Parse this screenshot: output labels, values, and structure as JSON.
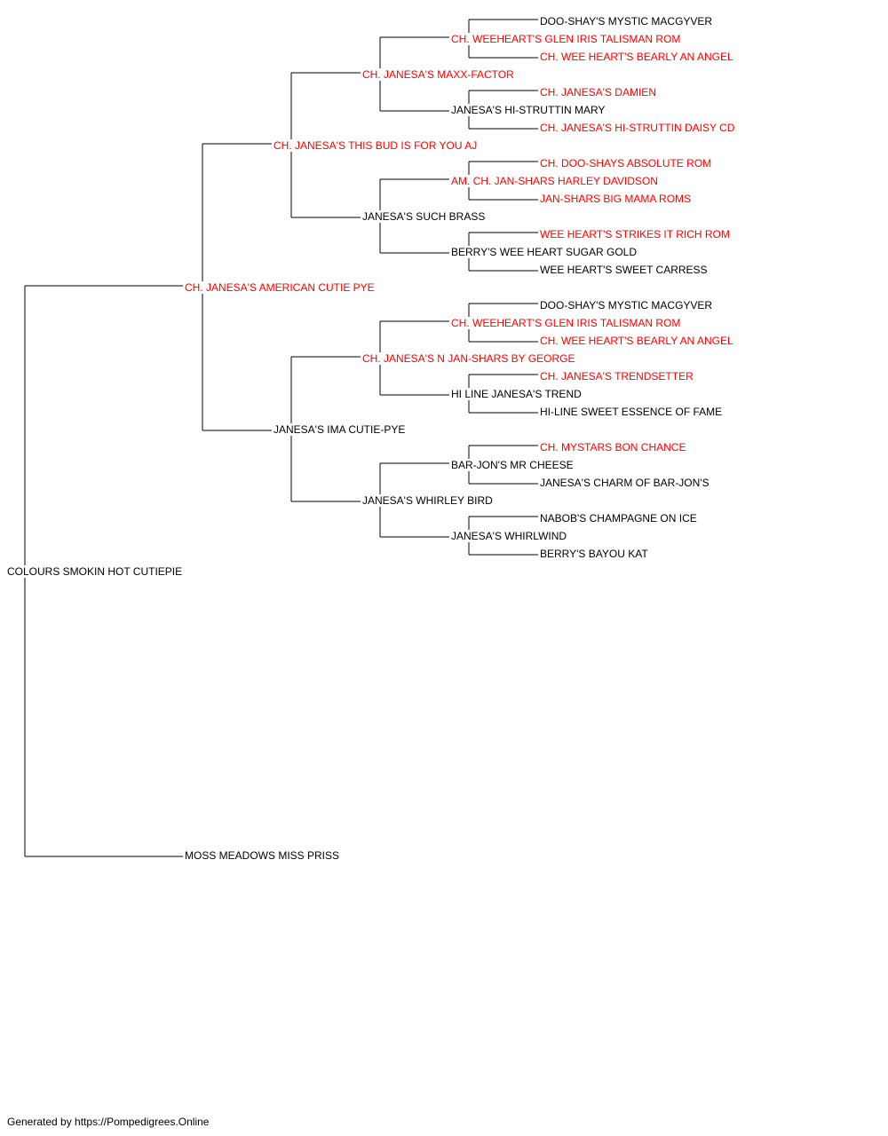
{
  "colors": {
    "champion": "#ff0000",
    "normal": "#000000",
    "lines": "#000000"
  },
  "pedigree": {
    "subject": {
      "name": "COLOURS SMOKIN HOT CUTIEPIE",
      "champion": false
    },
    "sire": {
      "name": "CH. JANESA'S AMERICAN CUTIE PYE",
      "champion": true
    },
    "dam": {
      "name": "MOSS MEADOWS MISS PRISS",
      "champion": false
    },
    "ss": {
      "name": "CH. JANESA'S THIS BUD IS FOR YOU AJ",
      "champion": true
    },
    "sd": {
      "name": "JANESA'S IMA CUTIE-PYE",
      "champion": false
    },
    "sss": {
      "name": "CH. JANESA'S MAXX-FACTOR",
      "champion": true
    },
    "ssd": {
      "name": "JANESA'S SUCH BRASS",
      "champion": false
    },
    "sds": {
      "name": "CH. JANESA'S N JAN-SHARS BY GEORGE",
      "champion": true
    },
    "sdd": {
      "name": "JANESA'S WHIRLEY BIRD",
      "champion": false
    },
    "ssss": {
      "name": "CH. WEEHEART'S GLEN IRIS TALISMAN ROM",
      "champion": true
    },
    "sssd": {
      "name": "JANESA'S HI-STRUTTIN MARY",
      "champion": false
    },
    "ssds": {
      "name": "AM. CH. JAN-SHARS HARLEY DAVIDSON",
      "champion": true
    },
    "ssdd": {
      "name": "BERRY'S WEE HEART SUGAR GOLD",
      "champion": false
    },
    "sdss": {
      "name": "CH. WEEHEART'S GLEN IRIS TALISMAN ROM",
      "champion": true
    },
    "sdsd": {
      "name": "HI LINE JANESA'S TREND",
      "champion": false
    },
    "sdds": {
      "name": "BAR-JON'S MR CHEESE",
      "champion": false
    },
    "sddd": {
      "name": "JANESA'S WHIRLWIND",
      "champion": false
    },
    "sssss": {
      "name": "DOO-SHAY'S MYSTIC MACGYVER",
      "champion": false
    },
    "ssssd": {
      "name": "CH. WEE HEART'S BEARLY AN ANGEL",
      "champion": true
    },
    "sssds": {
      "name": "CH. JANESA'S DAMIEN",
      "champion": true
    },
    "sssdd": {
      "name": "CH. JANESA'S HI-STRUTTIN DAISY CD",
      "champion": true
    },
    "ssdss": {
      "name": "CH. DOO-SHAYS ABSOLUTE ROM",
      "champion": true
    },
    "ssdsd": {
      "name": "JAN-SHARS BIG MAMA ROMS",
      "champion": true
    },
    "ssdds": {
      "name": "WEE HEART'S STRIKES IT RICH ROM",
      "champion": true
    },
    "ssddd": {
      "name": "WEE HEART'S SWEET CARRESS",
      "champion": false
    },
    "sdsss": {
      "name": "DOO-SHAY'S MYSTIC MACGYVER",
      "champion": false
    },
    "sdssd": {
      "name": "CH. WEE HEART'S BEARLY AN ANGEL",
      "champion": true
    },
    "sdsds": {
      "name": "CH. JANESA'S TRENDSETTER",
      "champion": true
    },
    "sdsdd": {
      "name": "HI-LINE SWEET ESSENCE OF FAME",
      "champion": false
    },
    "sddss": {
      "name": "CH. MYSTARS BON CHANCE",
      "champion": true
    },
    "sddsd": {
      "name": "JANESA'S CHARM OF BAR-JON'S",
      "champion": false
    },
    "sddds": {
      "name": "NABOB'S CHAMPAGNE ON ICE",
      "champion": false
    },
    "sdddd": {
      "name": "BERRY'S BAYOU KAT",
      "champion": false
    }
  },
  "footer": {
    "text": "Generated by https://Pompedigrees.Online"
  }
}
